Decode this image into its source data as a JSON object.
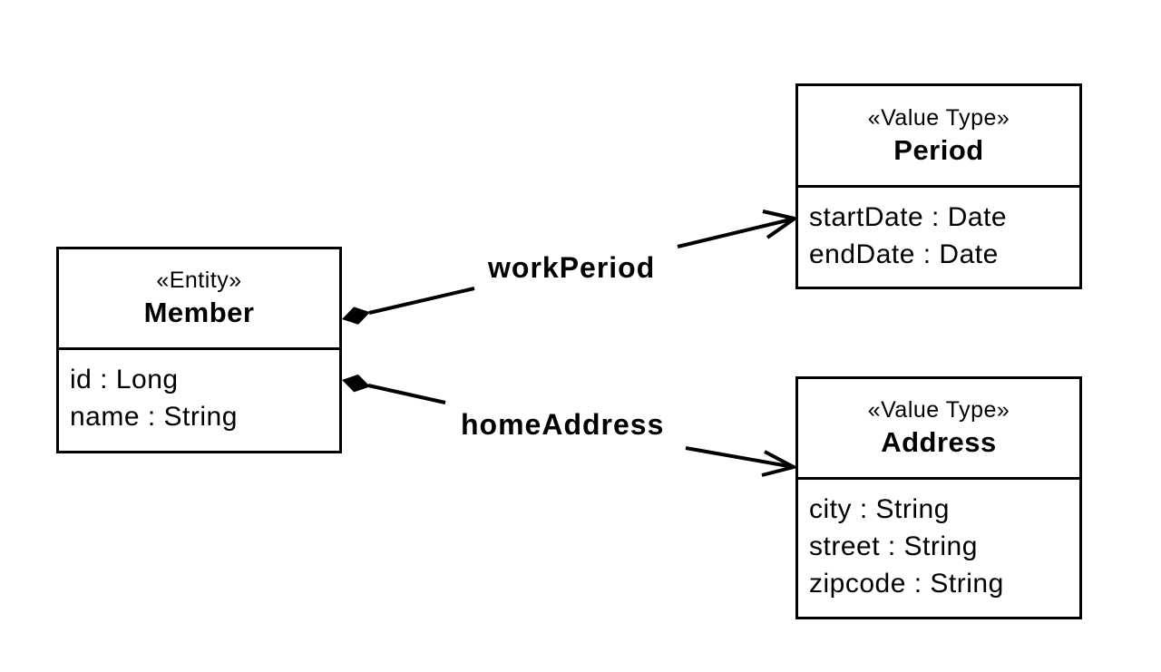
{
  "diagram": {
    "kind": "uml-class-diagram",
    "background_color": "#ffffff",
    "stroke_color": "#000000"
  },
  "classes": {
    "member": {
      "stereotype": "«Entity»",
      "name": "Member",
      "attributes": [
        "id : Long",
        "name : String"
      ]
    },
    "period": {
      "stereotype": "«Value Type»",
      "name": "Period",
      "attributes": [
        "startDate : Date",
        "endDate : Date"
      ]
    },
    "address": {
      "stereotype": "«Value Type»",
      "name": "Address",
      "attributes": [
        "city : String",
        "street : String",
        "zipcode : String"
      ]
    }
  },
  "associations": [
    {
      "label": "workPeriod",
      "source": "Member",
      "target": "Period",
      "source_decoration": "filled-diamond",
      "target_decoration": "open-arrow"
    },
    {
      "label": "homeAddress",
      "source": "Member",
      "target": "Address",
      "source_decoration": "filled-diamond",
      "target_decoration": "open-arrow"
    }
  ]
}
